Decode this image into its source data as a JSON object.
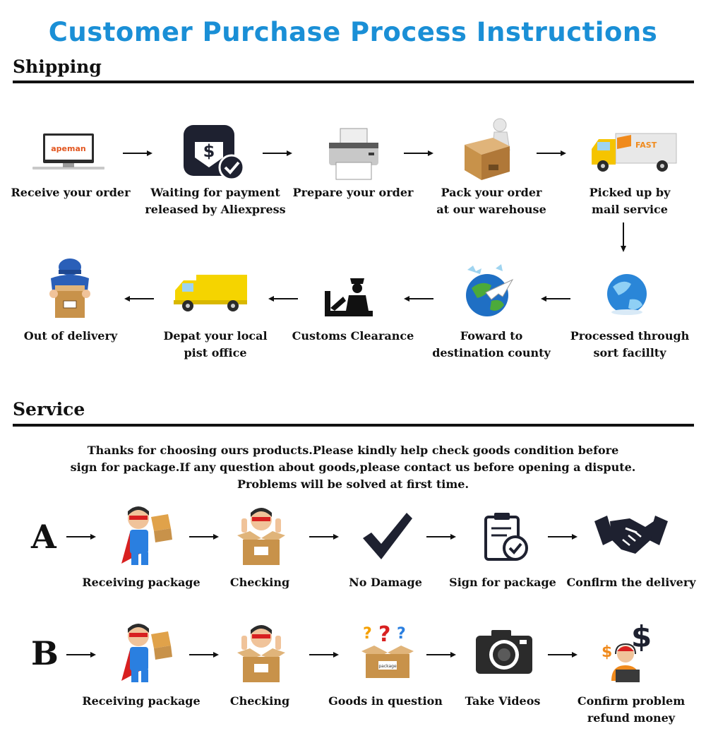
{
  "title": "Customer Purchase Process Instructions",
  "shipping": {
    "heading": "Shipping",
    "steps": [
      {
        "line1": "Receive your order",
        "line2": "",
        "icon": "computer-monitor-icon"
      },
      {
        "line1": "Waiting for payment",
        "line2": "released by Aliexpress",
        "icon": "payment-dollar-icon"
      },
      {
        "line1": "Prepare your order",
        "line2": "",
        "icon": "printer-icon"
      },
      {
        "line1": "Pack your order",
        "line2": "at our warehouse",
        "icon": "packing-box-icon"
      },
      {
        "line1": "Picked up by",
        "line2": "mail service",
        "icon": "delivery-truck-icon"
      },
      {
        "line1": "Processed through",
        "line2": "sort facillty",
        "icon": "globe-icon"
      },
      {
        "line1": "Foward to",
        "line2": "destination county",
        "icon": "airplane-globe-icon"
      },
      {
        "line1": "Customs Clearance",
        "line2": "",
        "icon": "customs-officer-icon"
      },
      {
        "line1": "Depat your local",
        "line2": "pist office",
        "icon": "van-icon"
      },
      {
        "line1": "Out of delivery",
        "line2": "",
        "icon": "courier-icon"
      }
    ],
    "monitor_brand": "apeman"
  },
  "service": {
    "heading": "Service",
    "notice": [
      "Thanks for choosing ours products.Please kindly help check goods condition before",
      "sign for package.If any question about goods,please contact us before opening a dispute.",
      "Problems will be solved at first time."
    ],
    "row_a": {
      "letter": "A",
      "steps": [
        {
          "label": "Receiving package",
          "icon": "superhero-package-icon"
        },
        {
          "label": "Checking",
          "icon": "open-box-icon"
        },
        {
          "label": "No Damage",
          "icon": "checkmark-icon"
        },
        {
          "label": "Sign for package",
          "icon": "clipboard-check-icon"
        },
        {
          "label": "Conflrm the delivery",
          "icon": "handshake-icon"
        }
      ]
    },
    "row_b": {
      "letter": "B",
      "steps": [
        {
          "label": "Receiving package",
          "icon": "superhero-package-icon"
        },
        {
          "label": "Checking",
          "icon": "open-box-icon"
        },
        {
          "label": "Goods in question",
          "icon": "question-box-icon"
        },
        {
          "label": "Take Videos",
          "icon": "camera-icon"
        },
        {
          "label": "Confirm problem",
          "label2": "refund money",
          "icon": "support-money-icon"
        }
      ]
    },
    "box_label": "package"
  },
  "truck_label": "FAST",
  "colors": {
    "title": "#1a8fd6",
    "text": "#111111",
    "box": "#c8924a",
    "truck": "#f5c400"
  }
}
